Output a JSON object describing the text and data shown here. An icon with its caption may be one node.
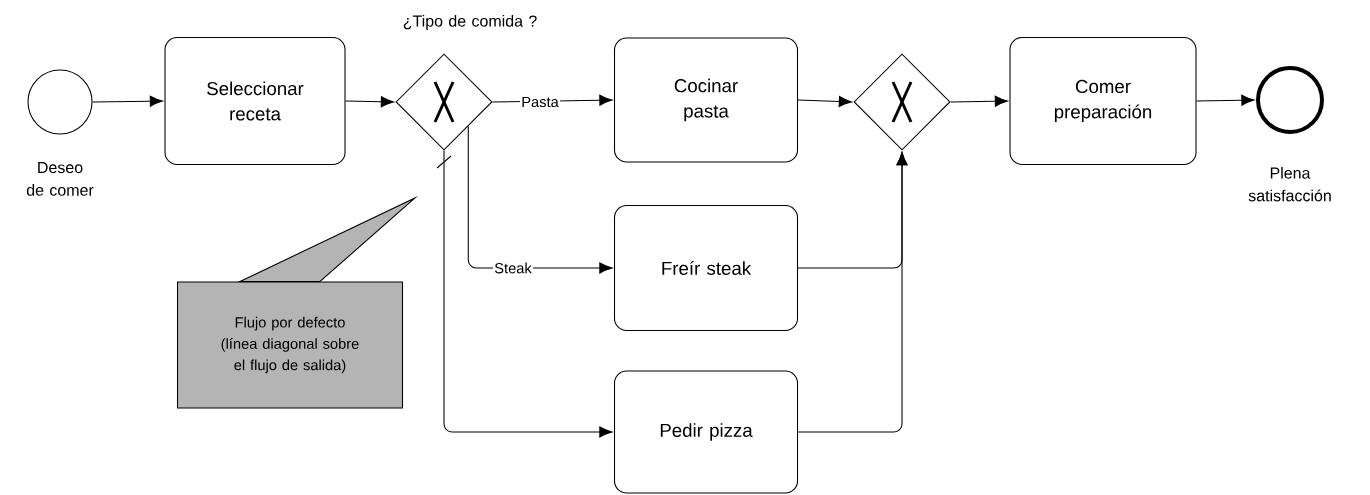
{
  "diagram": {
    "nodes": [
      {
        "text": [],
        "shape": "circle",
        "beside": [
          "Deseo de comer"
        ]
      },
      {
        "text": [
          "Seleccionar receta"
        ]
      },
      {
        "text": [],
        "shape": "diamond",
        "beside": [
          "¿Tipo de comida ?"
        ]
      },
      {
        "text": [
          "Cocinar pasta"
        ]
      },
      {
        "text": [
          "Freír steak"
        ]
      },
      {
        "text": [
          "Pedir pizza"
        ]
      },
      {
        "text": [],
        "shape": "diamond"
      },
      {
        "text": [
          "Comer preparación"
        ]
      },
      {
        "text": [],
        "shape": "circle",
        "beside": [
          "Plena satisfacción"
        ]
      },
      {
        "text": [
          "Flujo por defecto (línea diagonal sobre el flujo de salida)"
        ]
      }
    ],
    "edges": [
      {
        "from": 0,
        "to": 1,
        "arrow": "to"
      },
      {
        "from": 1,
        "to": 2,
        "arrow": "to"
      },
      {
        "from": 2,
        "to": 3,
        "arrow": "to",
        "label": "Pasta"
      },
      {
        "from": 2,
        "to": 4,
        "arrow": "to",
        "label": "Steak"
      },
      {
        "from": 2,
        "to": 5,
        "arrow": "to"
      },
      {
        "from": 3,
        "to": 6,
        "arrow": "to"
      },
      {
        "from": 4,
        "to": 6,
        "arrow": "to"
      },
      {
        "from": 5,
        "to": 6,
        "arrow": "to"
      },
      {
        "from": 6,
        "to": 7,
        "arrow": "to"
      },
      {
        "from": 7,
        "to": 8,
        "arrow": "to"
      },
      {
        "from": 9,
        "to": null,
        "arrow": "to"
      }
    ]
  }
}
